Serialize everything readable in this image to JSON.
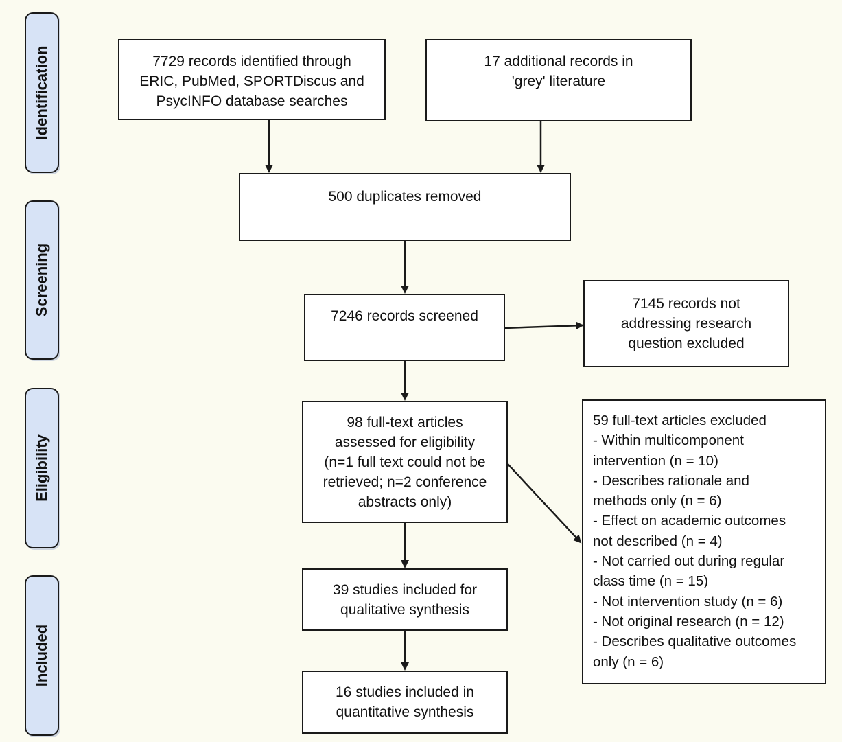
{
  "stages": [
    {
      "label": "Identification"
    },
    {
      "label": "Screening"
    },
    {
      "label": "Eligibility"
    },
    {
      "label": "Included"
    }
  ],
  "boxes": {
    "database_records": "7729 records identified through\nERIC, PubMed, SPORTDiscus and\nPsycINFO database searches",
    "grey_records": "17 additional records in\n'grey' literature",
    "duplicates": "500 duplicates removed",
    "screened": "7246 records screened",
    "not_addressing": "7145 records not\naddressing research\nquestion excluded",
    "full_text": "98 full-text articles\nassessed for eligibility\n(n=1 full text could not be\nretrieved; n=2 conference\nabstracts only)",
    "excluded": "59 full-text articles excluded\n- Within multicomponent\nintervention (n = 10)\n- Describes rationale and\nmethods only (n = 6)\n- Effect on academic outcomes\nnot described (n = 4)\n- Not carried out during regular\nclass time (n = 15)\n- Not intervention study (n = 6)\n- Not original research (n = 12)\n- Describes qualitative outcomes\nonly (n = 6)",
    "qualitative": "39 studies included for\nqualitative synthesis",
    "quantitative": "16 studies included in\nquantitative synthesis"
  }
}
